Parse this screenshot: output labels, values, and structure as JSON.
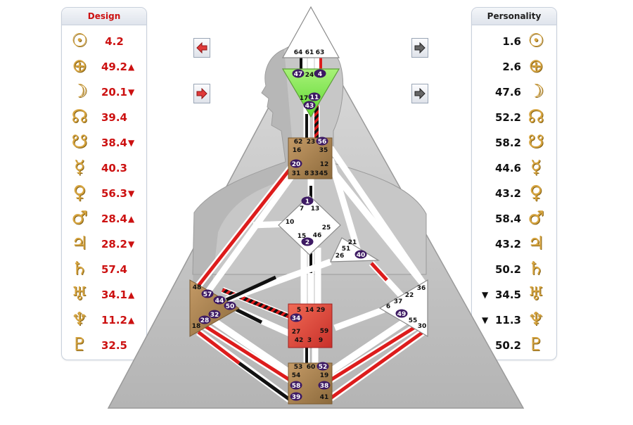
{
  "design": {
    "title": "Design",
    "rows": [
      {
        "glyph": "☉",
        "icon": "sun-icon",
        "value": "4.2",
        "arrow": ""
      },
      {
        "glyph": "⊕",
        "icon": "earth-icon",
        "value": "49.2",
        "arrow": "▲"
      },
      {
        "glyph": "☽",
        "icon": "moon-icon",
        "value": "20.1",
        "arrow": "▼"
      },
      {
        "glyph": "☊",
        "icon": "north-node-icon",
        "value": "39.4",
        "arrow": ""
      },
      {
        "glyph": "☋",
        "icon": "south-node-icon",
        "value": "38.4",
        "arrow": "▼"
      },
      {
        "glyph": "☿",
        "icon": "mercury-icon",
        "value": "40.3",
        "arrow": ""
      },
      {
        "glyph": "♀",
        "icon": "venus-icon",
        "value": "56.3",
        "arrow": "▼"
      },
      {
        "glyph": "♂",
        "icon": "mars-icon",
        "value": "28.4",
        "arrow": "▲"
      },
      {
        "glyph": "♃",
        "icon": "jupiter-icon",
        "value": "28.2",
        "arrow": "▼"
      },
      {
        "glyph": "♄",
        "icon": "saturn-icon",
        "value": "57.4",
        "arrow": ""
      },
      {
        "glyph": "♅",
        "icon": "uranus-icon",
        "value": "34.1",
        "arrow": "▲"
      },
      {
        "glyph": "♆",
        "icon": "neptune-icon",
        "value": "11.2",
        "arrow": "▲"
      },
      {
        "glyph": "♇",
        "icon": "pluto-icon",
        "value": "32.5",
        "arrow": ""
      }
    ]
  },
  "personality": {
    "title": "Personality",
    "rows": [
      {
        "glyph": "☉",
        "icon": "sun-icon",
        "value": "1.6",
        "arrow": ""
      },
      {
        "glyph": "⊕",
        "icon": "earth-icon",
        "value": "2.6",
        "arrow": ""
      },
      {
        "glyph": "☽",
        "icon": "moon-icon",
        "value": "47.6",
        "arrow": ""
      },
      {
        "glyph": "☊",
        "icon": "north-node-icon",
        "value": "52.2",
        "arrow": ""
      },
      {
        "glyph": "☋",
        "icon": "south-node-icon",
        "value": "58.2",
        "arrow": ""
      },
      {
        "glyph": "☿",
        "icon": "mercury-icon",
        "value": "44.6",
        "arrow": ""
      },
      {
        "glyph": "♀",
        "icon": "venus-icon",
        "value": "43.2",
        "arrow": ""
      },
      {
        "glyph": "♂",
        "icon": "mars-icon",
        "value": "58.4",
        "arrow": ""
      },
      {
        "glyph": "♃",
        "icon": "jupiter-icon",
        "value": "43.2",
        "arrow": ""
      },
      {
        "glyph": "♄",
        "icon": "saturn-icon",
        "value": "50.2",
        "arrow": ""
      },
      {
        "glyph": "♅",
        "icon": "uranus-icon",
        "value": "34.5",
        "arrow": "▼"
      },
      {
        "glyph": "♆",
        "icon": "neptune-icon",
        "value": "11.3",
        "arrow": "▼"
      },
      {
        "glyph": "♇",
        "icon": "pluto-icon",
        "value": "50.2",
        "arrow": ""
      }
    ]
  },
  "colors": {
    "design_red": "#cc1111",
    "personality_black": "#111111",
    "glyph_gold": "#d7a540",
    "center_tan": "#b08858",
    "center_green": "#88ee55",
    "center_red": "#e84c3d",
    "gate_badge": "#3d1a63"
  },
  "gates": {
    "head": [
      "64",
      "61",
      "63"
    ],
    "ajna": [
      "47",
      "24",
      "4",
      "17",
      "11",
      "43"
    ],
    "throat": [
      "62",
      "23",
      "56",
      "16",
      "35",
      "20",
      "12",
      "31",
      "8",
      "33",
      "45"
    ],
    "g": [
      "1",
      "7",
      "13",
      "10",
      "25",
      "15",
      "46",
      "2"
    ],
    "heart": [
      "21",
      "51",
      "26",
      "40"
    ],
    "spleen": [
      "48",
      "57",
      "44",
      "50",
      "32",
      "28",
      "18"
    ],
    "sacral": [
      "5",
      "14",
      "29",
      "34",
      "27",
      "59",
      "42",
      "3",
      "9"
    ],
    "solar_plexus": [
      "36",
      "22",
      "37",
      "6",
      "49",
      "55",
      "30"
    ],
    "root": [
      "53",
      "60",
      "52",
      "54",
      "19",
      "58",
      "38",
      "39",
      "41"
    ]
  }
}
